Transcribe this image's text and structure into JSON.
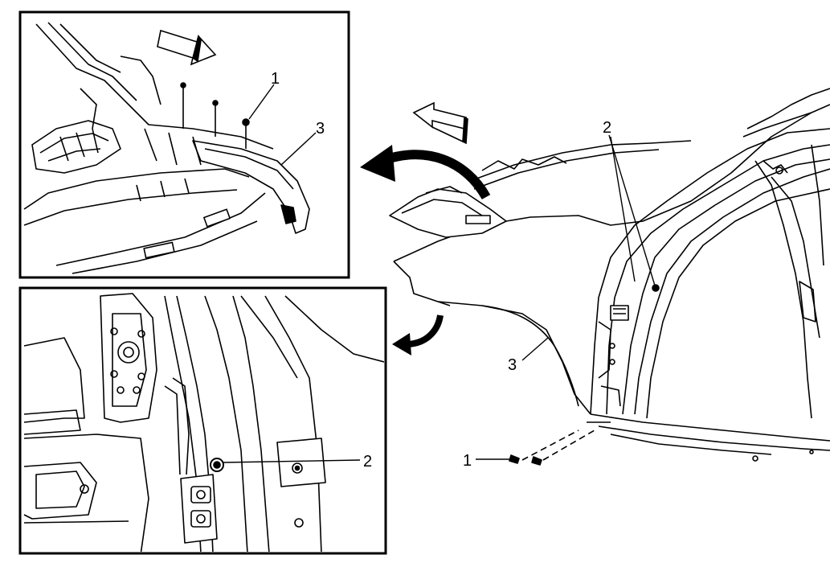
{
  "callouts": {
    "inset_top": {
      "bolt": "1",
      "fender": "3"
    },
    "inset_bottom": {
      "bolt": "2"
    },
    "main": {
      "upper_bolt": "2",
      "fender": "3",
      "lower_bolts": "1"
    }
  }
}
